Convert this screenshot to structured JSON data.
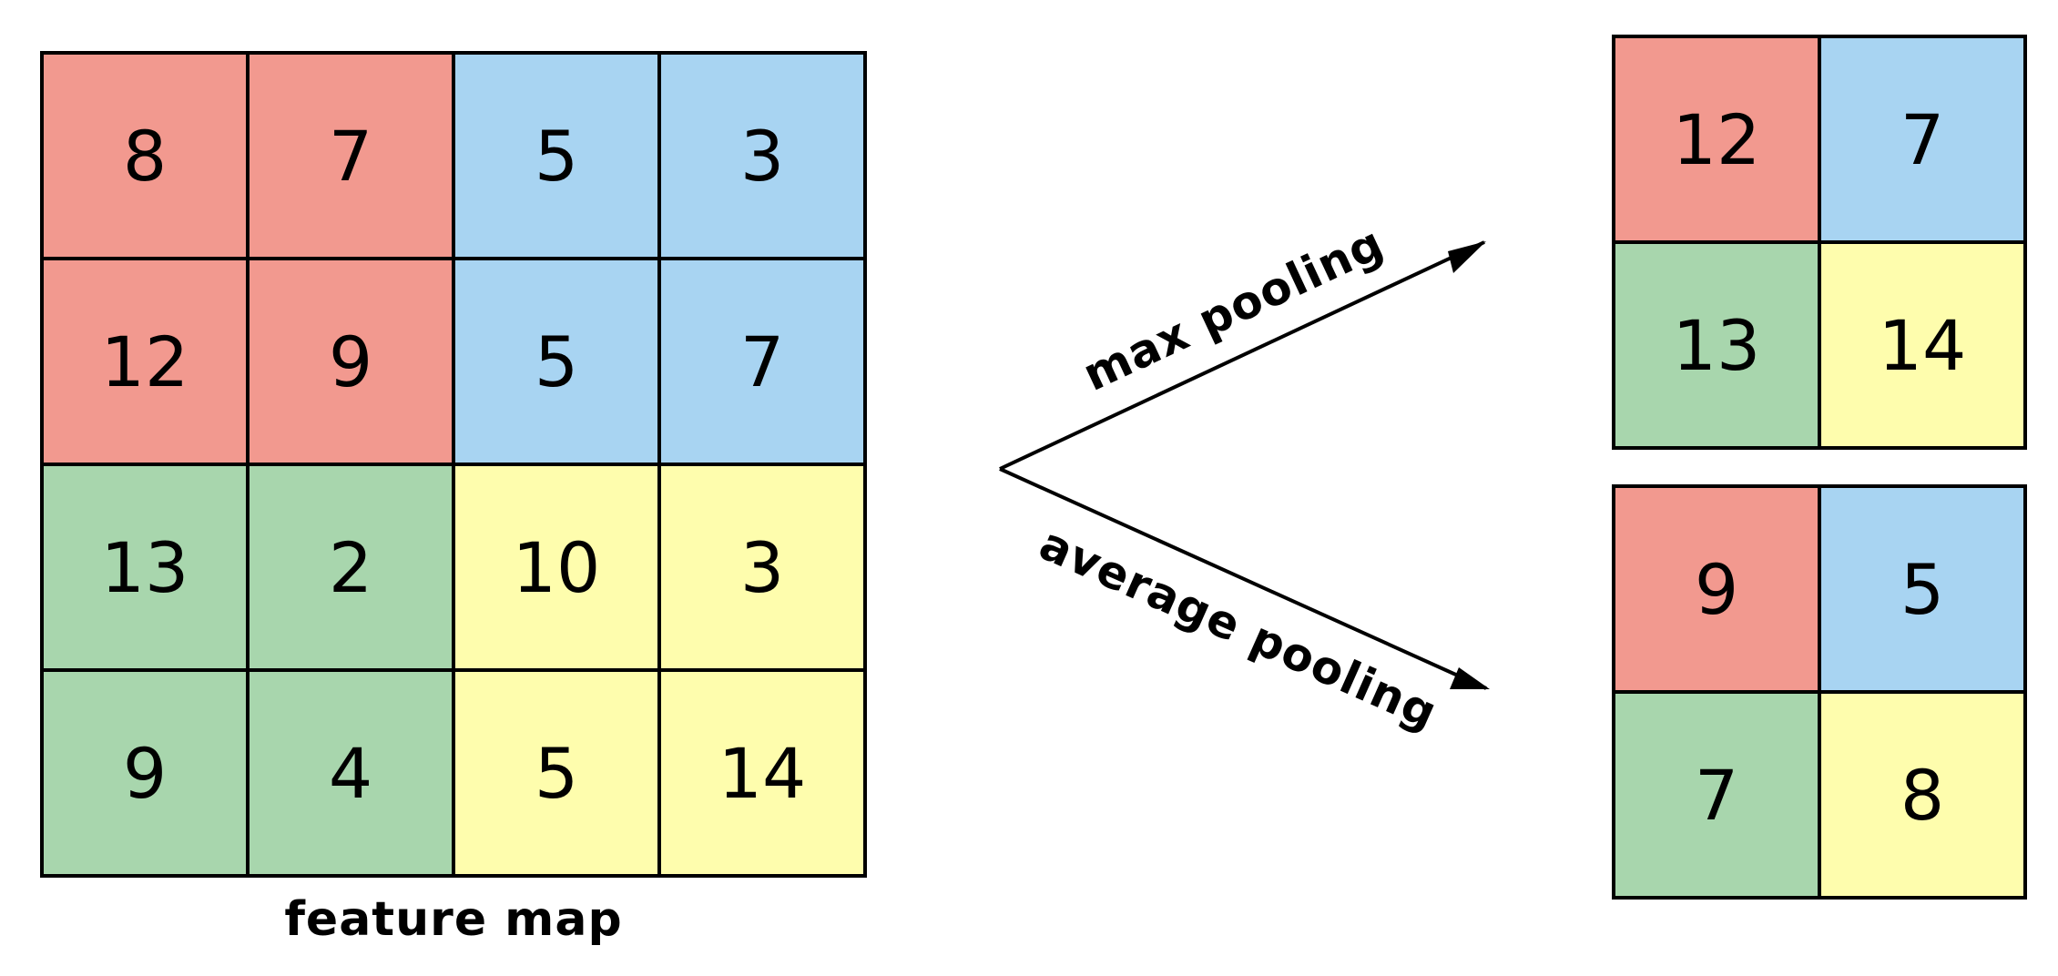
{
  "colors": {
    "red": "#f2998f",
    "blue": "#a8d4f2",
    "green": "#a8d6ad",
    "yellow": "#fefdad",
    "stroke": "#000000"
  },
  "feature_map": {
    "label": "feature map",
    "rows": [
      [
        {
          "value": "8",
          "color": "red"
        },
        {
          "value": "7",
          "color": "red"
        },
        {
          "value": "5",
          "color": "blue"
        },
        {
          "value": "3",
          "color": "blue"
        }
      ],
      [
        {
          "value": "12",
          "color": "red"
        },
        {
          "value": "9",
          "color": "red"
        },
        {
          "value": "5",
          "color": "blue"
        },
        {
          "value": "7",
          "color": "blue"
        }
      ],
      [
        {
          "value": "13",
          "color": "green"
        },
        {
          "value": "2",
          "color": "green"
        },
        {
          "value": "10",
          "color": "yellow"
        },
        {
          "value": "3",
          "color": "yellow"
        }
      ],
      [
        {
          "value": "9",
          "color": "green"
        },
        {
          "value": "4",
          "color": "green"
        },
        {
          "value": "5",
          "color": "yellow"
        },
        {
          "value": "14",
          "color": "yellow"
        }
      ]
    ]
  },
  "max_pooling": {
    "label": "max pooling",
    "rows": [
      [
        {
          "value": "12",
          "color": "red"
        },
        {
          "value": "7",
          "color": "blue"
        }
      ],
      [
        {
          "value": "13",
          "color": "green"
        },
        {
          "value": "14",
          "color": "yellow"
        }
      ]
    ]
  },
  "average_pooling": {
    "label": "average pooling",
    "rows": [
      [
        {
          "value": "9",
          "color": "red"
        },
        {
          "value": "5",
          "color": "blue"
        }
      ],
      [
        {
          "value": "7",
          "color": "green"
        },
        {
          "value": "8",
          "color": "yellow"
        }
      ]
    ]
  }
}
